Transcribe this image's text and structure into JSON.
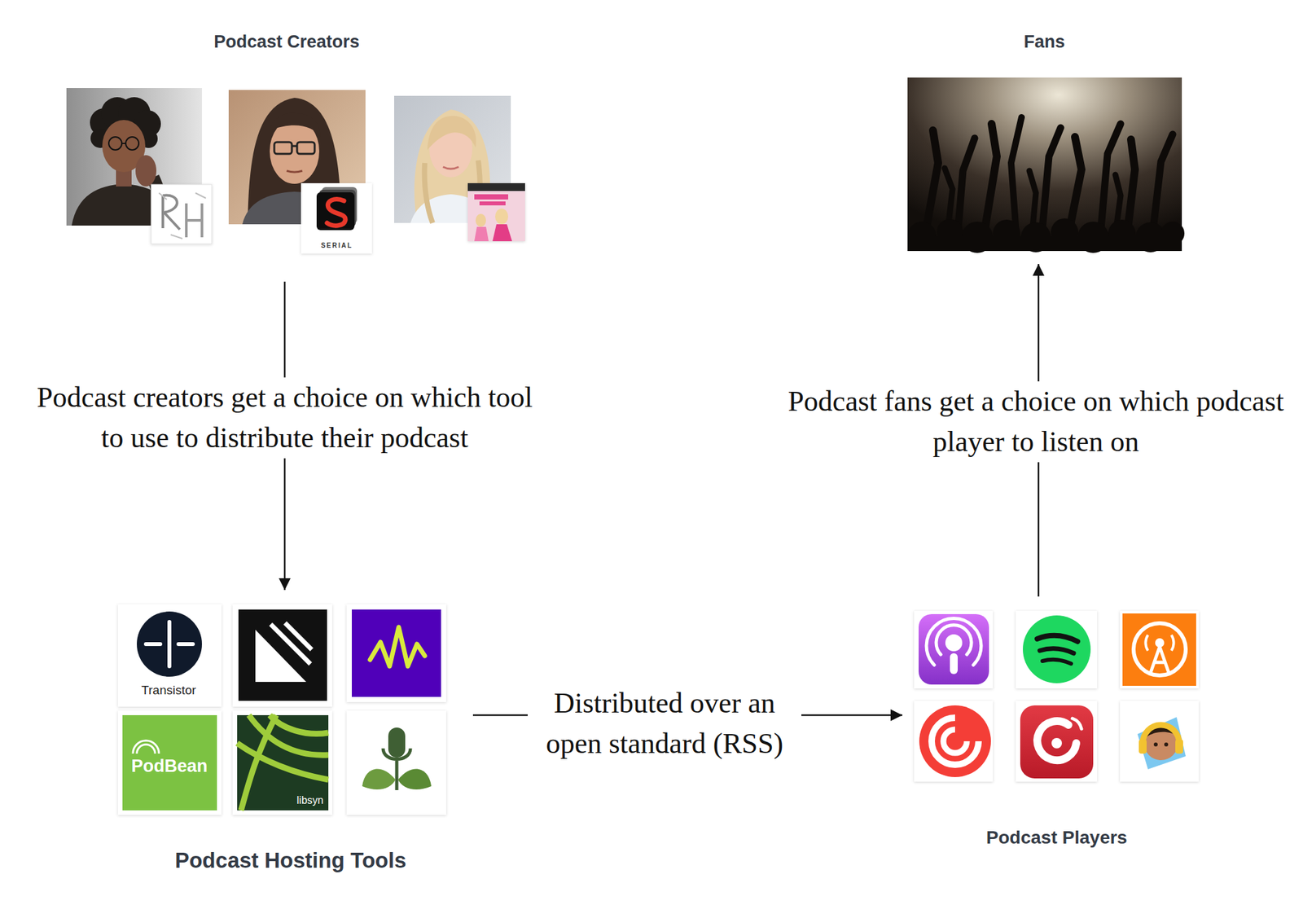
{
  "diagram": {
    "nodes": [
      {
        "text": [
          "Podcast Creators"
        ]
      },
      {
        "text": [
          "Fans"
        ]
      },
      {
        "text": [
          "Podcast Hosting Tools"
        ]
      },
      {
        "text": [
          "Podcast Players"
        ]
      }
    ],
    "edges": [
      {
        "from": 0,
        "to": 2,
        "label": "Podcast creators get a choice on which tool to use to distribute their podcast",
        "arrow": "to"
      },
      {
        "from": 2,
        "to": 3,
        "label": "Distributed over an open standard (RSS)",
        "arrow": "to"
      },
      {
        "from": 3,
        "to": 1,
        "label": "Podcast fans get a choice on which podcast player to listen on",
        "arrow": "to"
      }
    ],
    "labels": [
      "SERIAL",
      "Transistor",
      "PodBean",
      "libsyn"
    ]
  }
}
